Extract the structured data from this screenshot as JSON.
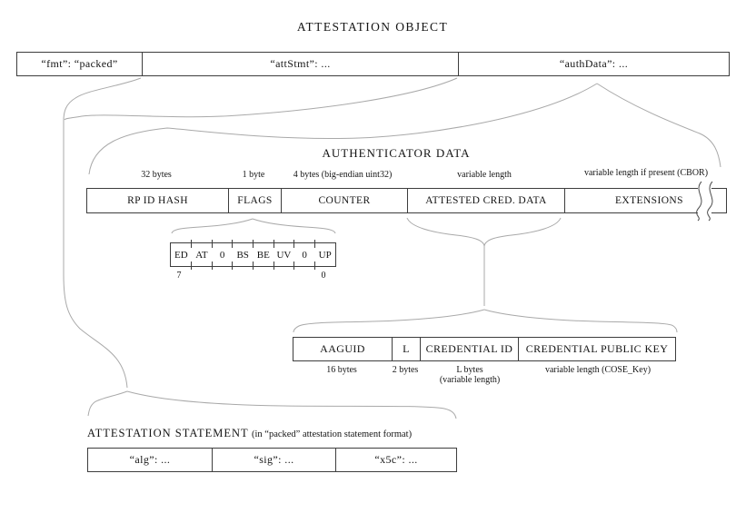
{
  "page": {
    "title": "ATTESTATION OBJECT"
  },
  "attestation_object_row": {
    "cells": [
      {
        "label": "“fmt”: “packed”"
      },
      {
        "label": "“attStmt”: ..."
      },
      {
        "label": "“authData”: ..."
      }
    ]
  },
  "authenticator_data": {
    "title": "AUTHENTICATOR DATA",
    "fields": [
      {
        "label": "RP ID HASH",
        "size": "32 bytes"
      },
      {
        "label": "FLAGS",
        "size": "1 byte"
      },
      {
        "label": "COUNTER",
        "size": "4 bytes (big-endian uint32)"
      },
      {
        "label": "ATTESTED CRED. DATA",
        "size": "variable length"
      },
      {
        "label": "EXTENSIONS",
        "size": "variable length if present (CBOR)"
      }
    ]
  },
  "flags_detail": {
    "bits": [
      "ED",
      "AT",
      "0",
      "BS",
      "BE",
      "UV",
      "0",
      "UP"
    ],
    "high_bit": "7",
    "low_bit": "0"
  },
  "attested_cred_detail": {
    "fields": [
      {
        "label": "AAGUID",
        "size": "16 bytes",
        "size2": ""
      },
      {
        "label": "L",
        "size": "2 bytes",
        "size2": ""
      },
      {
        "label": "CREDENTIAL ID",
        "size": "L bytes",
        "size2": "(variable length)"
      },
      {
        "label": "CREDENTIAL PUBLIC KEY",
        "size": "variable length (COSE_Key)",
        "size2": ""
      }
    ]
  },
  "attestation_statement": {
    "title": "ATTESTATION STATEMENT",
    "note": "(in “packed” attestation statement format)",
    "cells": [
      {
        "label": "“alg”: ..."
      },
      {
        "label": "“sig”: ..."
      },
      {
        "label": "“x5c”: ..."
      }
    ]
  },
  "colors": {
    "box_border": "#3d3d3d",
    "connector": "#a9a9a9",
    "text": "#141414"
  }
}
